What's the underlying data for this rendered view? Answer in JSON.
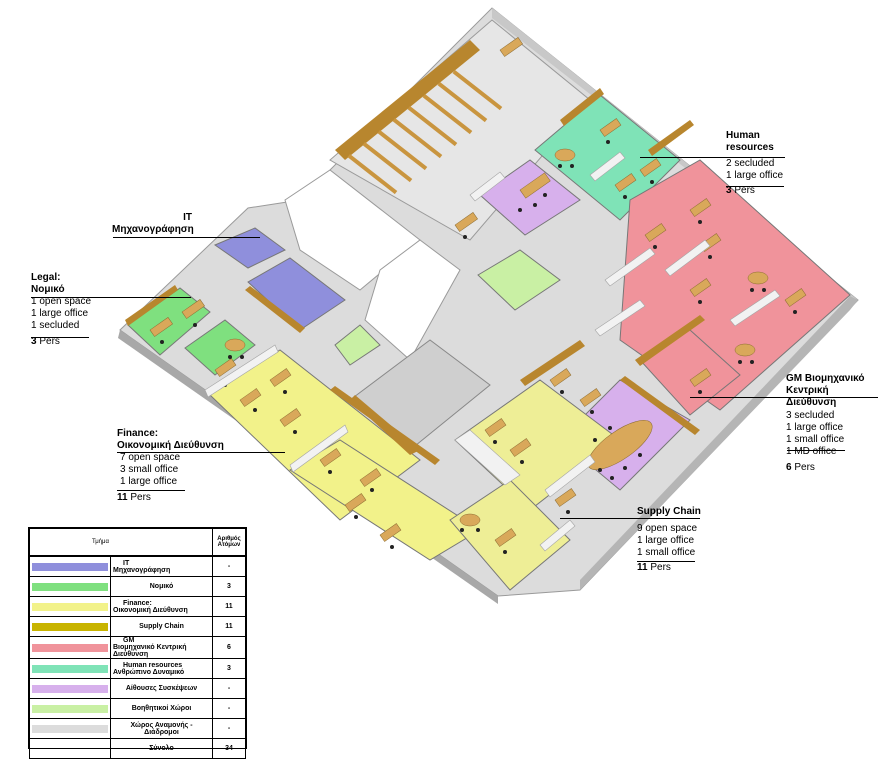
{
  "callouts": {
    "it": {
      "title": "IT",
      "subtitle": "Μηχανογράφηση"
    },
    "legal": {
      "title": "Legal:",
      "subtitle": "Νομικό",
      "lines": [
        "1 open space",
        "1 large office",
        "1 secluded"
      ],
      "pers_num": "3",
      "pers_label": " Pers"
    },
    "hr": {
      "title": "Human",
      "subtitle": "resources",
      "lines": [
        "2 secluded",
        "1 large office"
      ],
      "pers_num": "3",
      "pers_label": " Pers"
    },
    "gm": {
      "title": "GM  Βιομηχανικό",
      "subtitle": "Κεντρική Διεύθυνση",
      "lines": [
        "3 secluded",
        "1 large office",
        "1 small office",
        "1 MD office"
      ],
      "pers_num": "6",
      "pers_label": " Pers"
    },
    "finance": {
      "title": "Finance:",
      "subtitle": "Οικονομική Διεύθυνση",
      "lines": [
        "7 open space",
        "3 small office",
        "1 large office"
      ],
      "pers_num": "11",
      "pers_label": " Pers"
    },
    "supply": {
      "title": "Supply Chain",
      "lines": [
        "9 open space",
        "1 large office",
        "1 small office"
      ],
      "pers_num": "11",
      "pers_label": " Pers"
    }
  },
  "legend": {
    "header_dept": "Τμήμα",
    "header_count": "Αριθμός Ατόμων",
    "rows": [
      {
        "color": "#8f8fdc",
        "name": "IT\nΜηχανογράφηση",
        "count": "-"
      },
      {
        "color": "#7fe07f",
        "name": "Νομικό",
        "count": "3"
      },
      {
        "color": "#f2f28a",
        "name": "Finance:\nΟικονομική Διεύθυνση",
        "count": "11"
      },
      {
        "color": "#c8b400",
        "name": "Supply Chain",
        "count": "11"
      },
      {
        "color": "#f0939b",
        "name": "GM\nΒιομηχανικό Κεντρική Διεύθυνση",
        "count": "6"
      },
      {
        "color": "#7fe3b7",
        "name": "Human  resources\nΑνθρώπινο Δυναμικό",
        "count": "3"
      },
      {
        "color": "#d7b0ec",
        "name": "Αίθουσες Συσκέψεων",
        "count": "-"
      },
      {
        "color": "#c9f0a4",
        "name": "Βοηθητικοί Χώροι",
        "count": "-"
      },
      {
        "color": "#dcdcdc",
        "name": "Χώρος Αναμονής - Διάδρομοι",
        "count": "-"
      }
    ],
    "total_label": "Σύνολο",
    "total_count": "34"
  },
  "colors": {
    "floor": "#dcdcdc",
    "wall": "#f2f2f2",
    "wall_shadow": "#b5b5b5",
    "wood_panel": "#b8862e",
    "desk": "#d9a85a",
    "chair": "#222222"
  }
}
